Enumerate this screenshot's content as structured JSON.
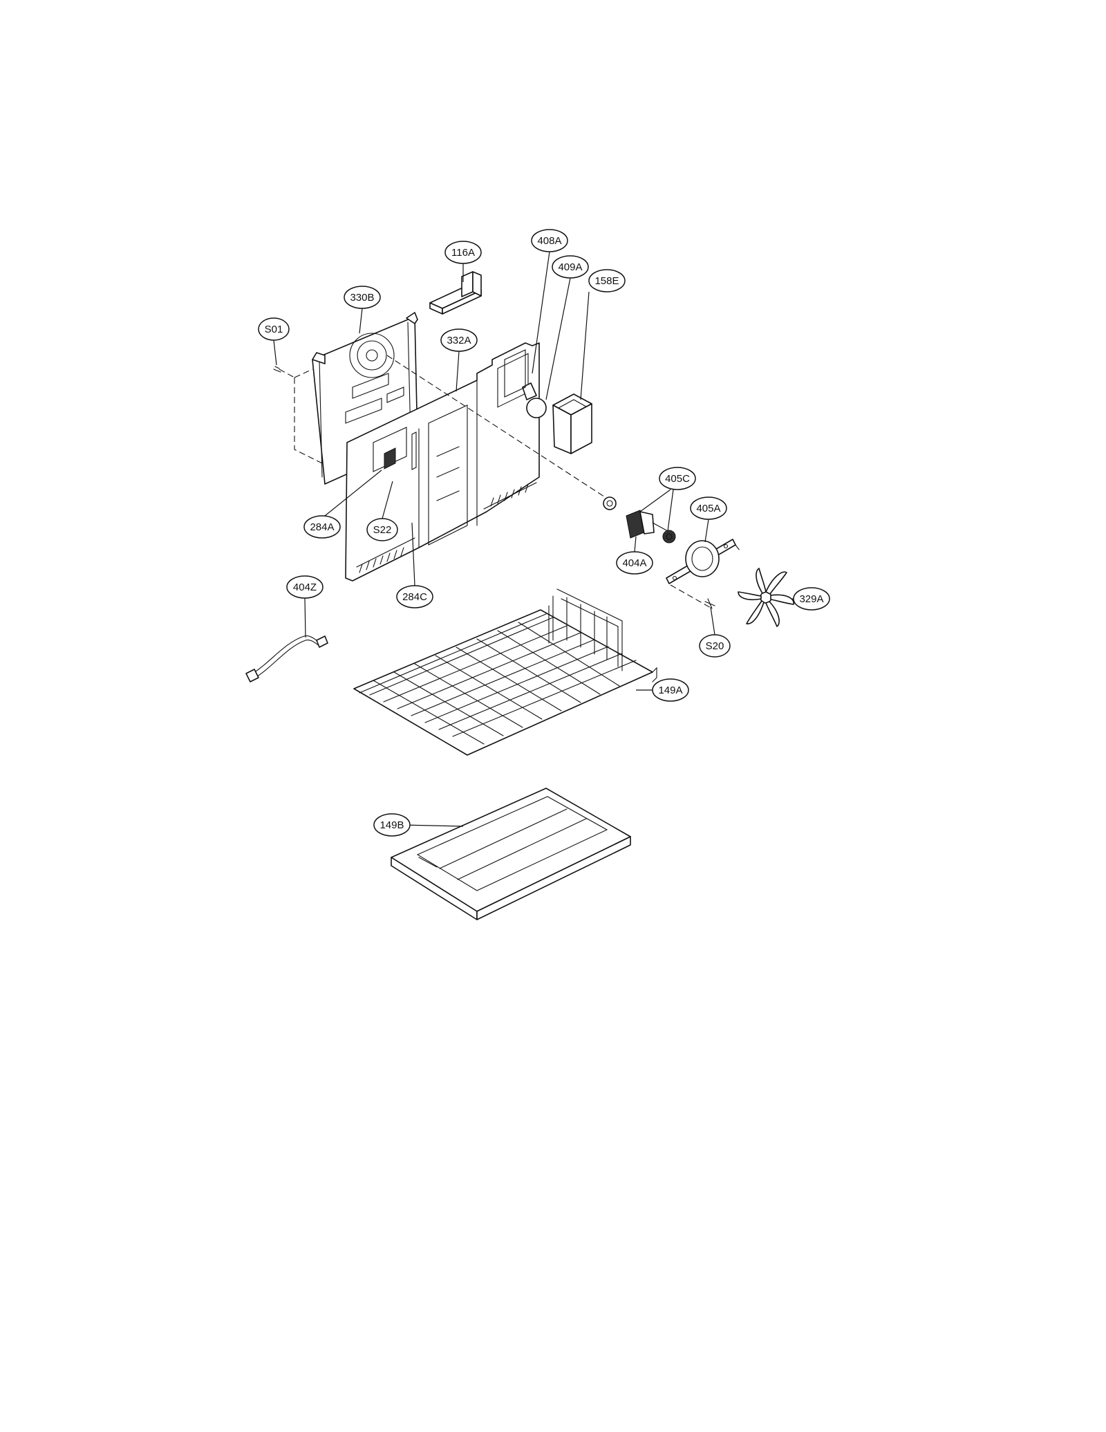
{
  "diagram": {
    "type": "exploded-parts-diagram",
    "line_color": "#111111",
    "background": "#ffffff",
    "labels": {
      "p116A": "116A",
      "p330B": "330B",
      "pS01": "S01",
      "p332A": "332A",
      "p408A": "408A",
      "p409A": "409A",
      "p158E": "158E",
      "p405C": "405C",
      "p405A": "405A",
      "p404A": "404A",
      "p284A": "284A",
      "pS22": "S22",
      "p284C": "284C",
      "p404Z": "404Z",
      "p329A": "329A",
      "pS20": "S20",
      "p149A": "149A",
      "p149B": "149B"
    }
  }
}
